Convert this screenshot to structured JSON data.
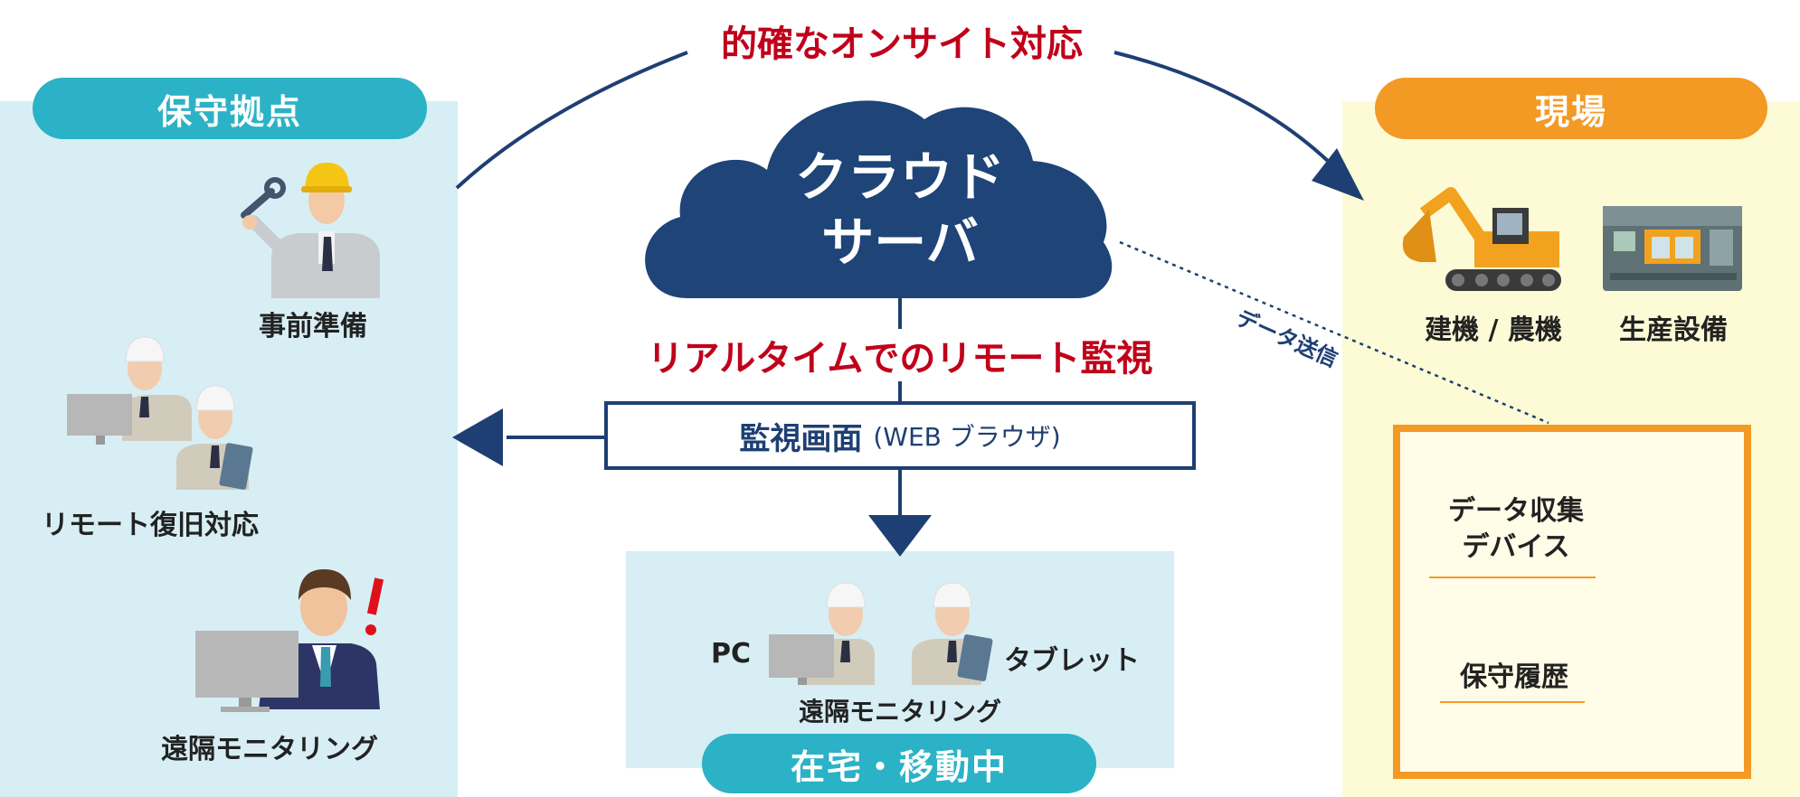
{
  "header": {
    "onsite_label": "的確なオンサイト対応"
  },
  "left_panel": {
    "title": "保守拠点",
    "items": [
      {
        "label": "事前準備"
      },
      {
        "label": "リモート復旧対応"
      },
      {
        "label": "遠隔モニタリング"
      }
    ]
  },
  "center": {
    "cloud_line1": "クラウド",
    "cloud_line2": "サーバ",
    "realtime_label": "リアルタイムでのリモート監視",
    "monitor_main": "監視画面",
    "monitor_sub": "(WEB ブラウザ)",
    "data_send_label": "データ送信"
  },
  "bottom_panel": {
    "title": "在宅・移動中",
    "pc_label": "PC",
    "tablet_label": "タブレット",
    "remote_label": "遠隔モニタリング"
  },
  "right_panel": {
    "title": "現場",
    "machines_label": "建機 / 農機",
    "production_label": "生産設備",
    "device_line1": "データ収集",
    "device_line2": "デバイス",
    "history_label": "保守履歴"
  },
  "colors": {
    "navy": "#1e3f73",
    "teal": "#2bb2c6",
    "light_blue_bg": "#d7eef4",
    "orange": "#f39a25",
    "light_yellow_bg": "#fdfbd6",
    "red_text": "#c0001a"
  }
}
